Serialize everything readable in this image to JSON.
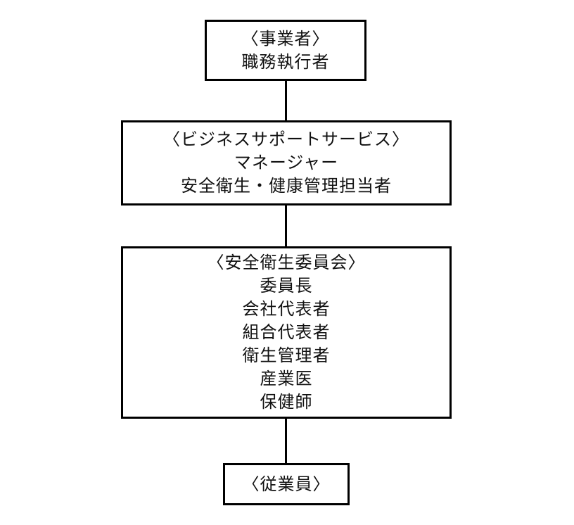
{
  "diagram": {
    "title": "Occupational safety and health organization chart",
    "line_color": "#000000",
    "background_color": "#ffffff",
    "boxes": [
      {
        "id": "employer",
        "lines": [
          "〈事業者〉",
          "職務執行者"
        ]
      },
      {
        "id": "business-support-service",
        "lines": [
          "〈ビジネスサポートサービス〉",
          "マネージャー",
          "安全衛生・健康管理担当者"
        ]
      },
      {
        "id": "safety-health-committee",
        "lines": [
          "〈安全衛生委員会〉",
          "委員長",
          "会社代表者",
          "組合代表者",
          "衛生管理者",
          "産業医",
          "保健師"
        ]
      },
      {
        "id": "employees",
        "lines": [
          "〈従業員〉"
        ]
      }
    ],
    "connections": [
      {
        "from": "employer",
        "to": "business-support-service"
      },
      {
        "from": "business-support-service",
        "to": "safety-health-committee"
      },
      {
        "from": "safety-health-committee",
        "to": "employees"
      }
    ]
  }
}
